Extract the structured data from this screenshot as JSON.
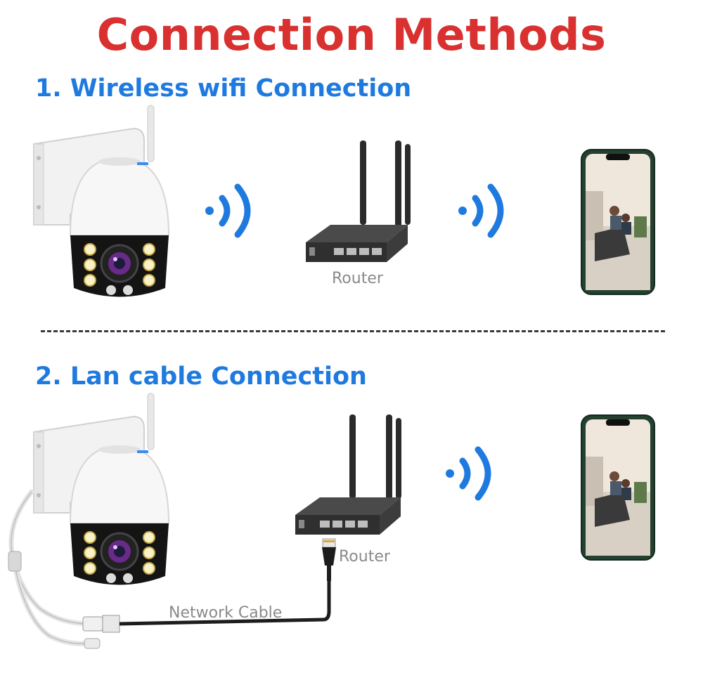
{
  "title": "Connection Methods",
  "sections": [
    {
      "title": "1.  Wireless wifi Connection",
      "router_label": "Router"
    },
    {
      "title": "2.  Lan cable Connection",
      "router_label": "Router",
      "cable_label": "Network Cable"
    }
  ],
  "colors": {
    "title": "#d93030",
    "section_title": "#1f7ae0",
    "signal": "#1f7ae0",
    "label": "#8a8a8a"
  },
  "icons": [
    "camera-icon",
    "wifi-signal-icon",
    "router-icon",
    "smartphone-icon",
    "rj45-plug-icon"
  ]
}
